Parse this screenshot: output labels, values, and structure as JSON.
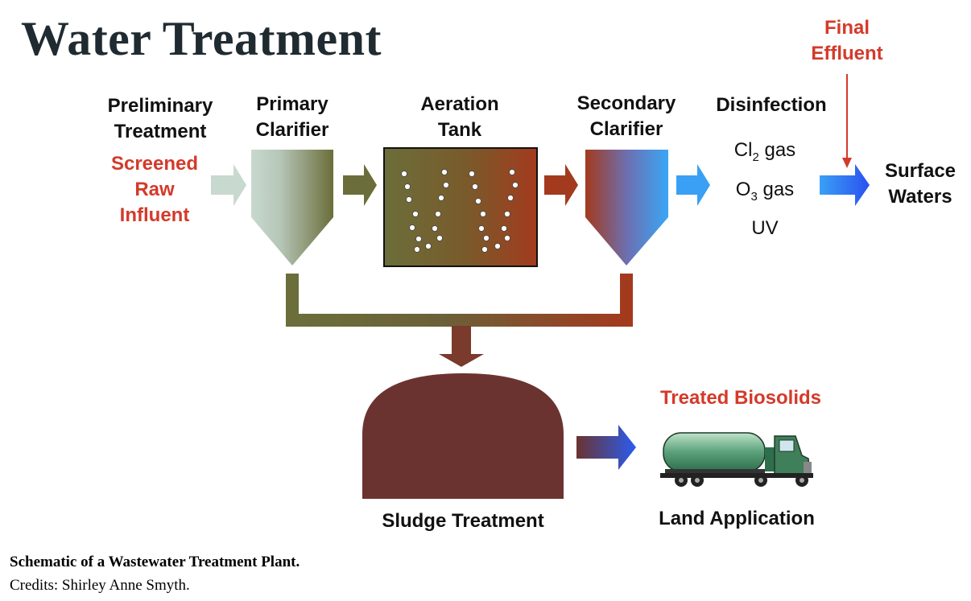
{
  "title": "Water Treatment",
  "stages": {
    "preliminary": "Preliminary Treatment",
    "primary": "Primary Clarifier",
    "aeration": "Aeration Tank",
    "secondary": "Secondary Clarifier",
    "disinfection": "Disinfection"
  },
  "influent": "Screened Raw Influent",
  "disinfectants": {
    "cl": "Cl",
    "cl_sub": "2",
    "cl_rest": " gas",
    "o": "O",
    "o_sub": "3",
    "o_rest": " gas",
    "uv": "UV"
  },
  "final_effluent": "Final Effluent",
  "surface_waters": "Surface Waters",
  "sludge": "Sludge Treatment",
  "treated_biosolids": "Treated Biosolids",
  "land_application": "Land Application",
  "caption": {
    "heading": "Schematic of a Wastewater Treatment Plant.",
    "credits": "Credits: Shirley Anne Smyth."
  },
  "colors": {
    "olive": "#6b6e3a",
    "pale": "#c8d9cf",
    "rust": "#a33a1e",
    "blue": "#3aa0f5",
    "deep_blue": "#2a5cf0",
    "sludge": "#6b3330",
    "red_text": "#d43a2a"
  }
}
